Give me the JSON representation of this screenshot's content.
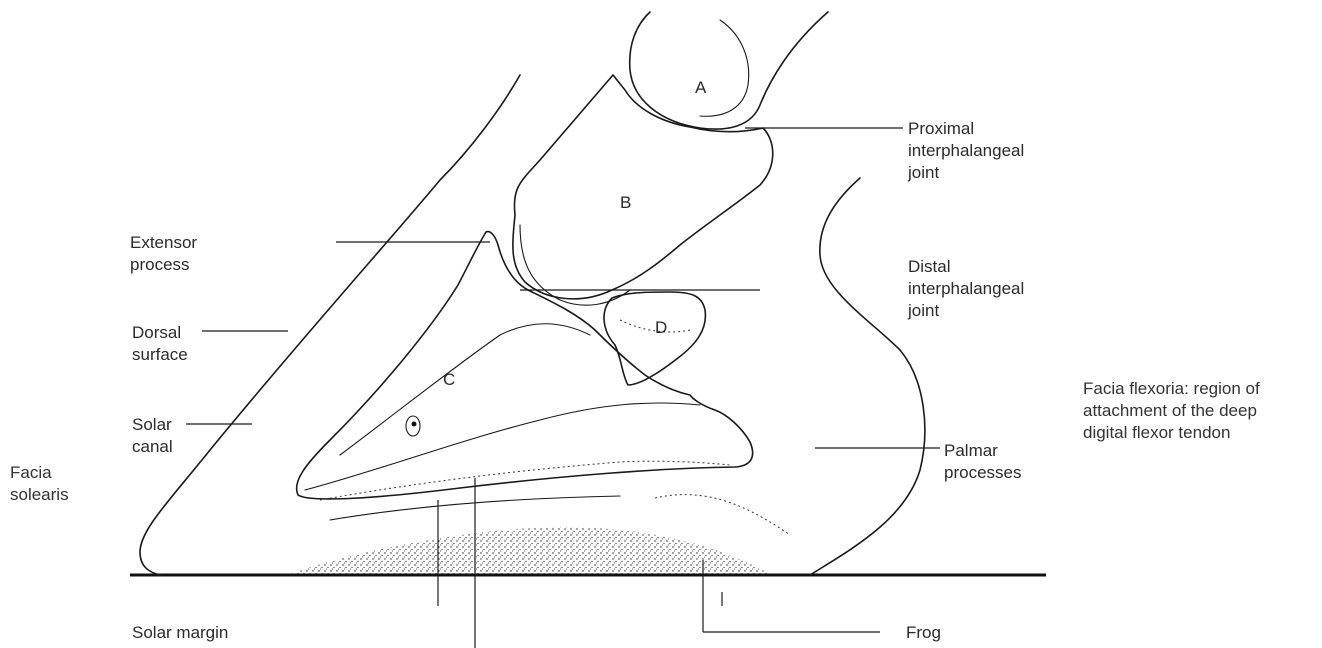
{
  "bones": {
    "a": "A",
    "b": "B",
    "c": "C",
    "d": "D"
  },
  "labels": {
    "proximal_joint": "Proximal\ninterphalangeal\njoint",
    "extensor_process": "Extensor\nprocess",
    "distal_joint": "Distal\ninterphalangeal\njoint",
    "dorsal_surface": "Dorsal\nsurface",
    "solar_canal": "Solar\ncanal",
    "palmar_processes": "Palmar\nprocesses",
    "solar_margin": "Solar margin",
    "frog": "Frog"
  },
  "notes": {
    "facia_solearis": "Facia\nsolearis",
    "facia_flexoria": "Facia flexoria: region of\nattachment of the deep\ndigital flexor tendon"
  }
}
